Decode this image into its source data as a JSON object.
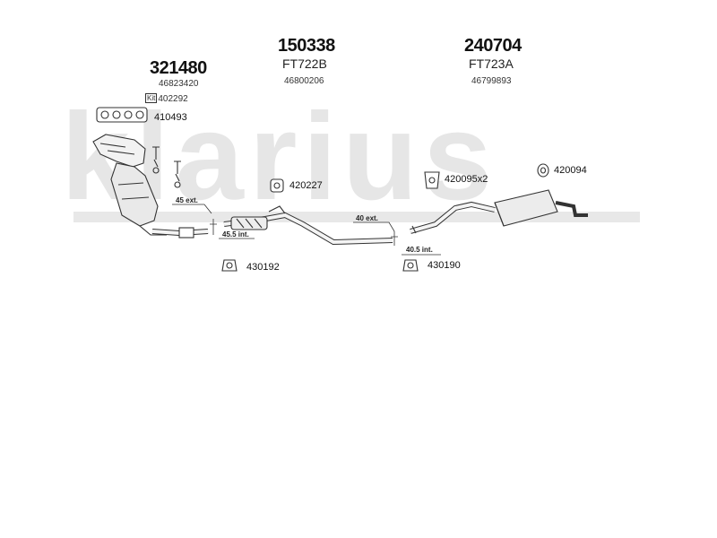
{
  "watermark": "klarius",
  "groups": {
    "left": {
      "part_number": "321480",
      "oe_number": "46823420",
      "kit_label": "Kit",
      "kit_number": "402292",
      "gasket_number": "410493"
    },
    "middle": {
      "part_number": "150338",
      "code": "FT722B",
      "oe_number": "46800206"
    },
    "right": {
      "part_number": "240704",
      "code": "FT723A",
      "oe_number": "46799893"
    }
  },
  "fittings": {
    "f420227": "420227",
    "f420095": "420095x2",
    "f420094": "420094",
    "f430192": "430192",
    "f430190": "430190"
  },
  "dimensions": {
    "d45ext": "45 ext.",
    "d455int": "45.5 int.",
    "d40ext": "40 ext.",
    "d405int": "40.5 int."
  }
}
